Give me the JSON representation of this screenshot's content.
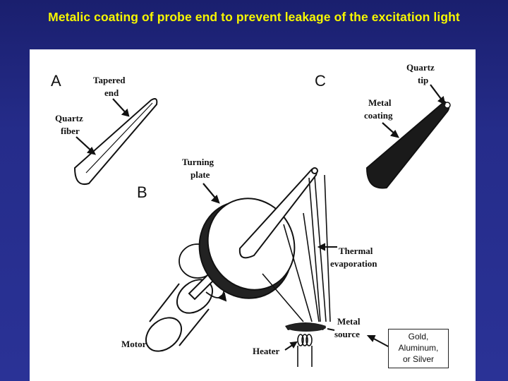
{
  "slide": {
    "title": "Metalic coating of probe end to prevent leakage of the excitation light"
  },
  "diagram": {
    "panel_a": {
      "letter": "A",
      "tapered_end": [
        "Tapered",
        "end"
      ],
      "quartz_fiber": [
        "Quartz",
        "fiber"
      ]
    },
    "panel_b": {
      "letter": "B",
      "turning_plate": [
        "Turning",
        "plate"
      ],
      "thermal_evaporation": [
        "Thermal",
        "evaporation"
      ],
      "metal_source": [
        "Metal",
        "source"
      ],
      "motor": "Motor",
      "heater": "Heater"
    },
    "panel_c": {
      "letter": "C",
      "quartz_tip": [
        "Quartz",
        "tip"
      ],
      "metal_coating": [
        "Metal",
        "coating"
      ]
    },
    "metal_note": [
      "Gold,",
      "Aluminum,",
      "or Silver"
    ]
  }
}
